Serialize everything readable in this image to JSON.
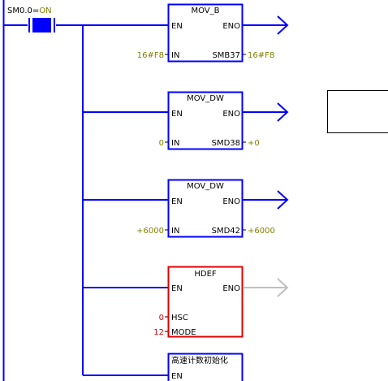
{
  "contact": {
    "label": "SM0.0",
    "eq": "=",
    "state": "ON"
  },
  "colors": {
    "wire": "#0000ff",
    "box_normal": "#0000ff",
    "box_error": "#e00000",
    "operand_ok": "#808000",
    "operand_error": "#e00000",
    "disabled": "#c0c0c0",
    "contact_state": "#808000"
  },
  "blocks": [
    {
      "title": "MOV_B",
      "en": "EN",
      "eno": "ENO",
      "in_pin": "IN",
      "in_value": "16#F8",
      "out_pin": "SMB37",
      "out_value": "16#F8"
    },
    {
      "title": "MOV_DW",
      "en": "EN",
      "eno": "ENO",
      "in_pin": "IN",
      "in_value": "0",
      "out_pin": "SMD38",
      "out_value": "+0"
    },
    {
      "title": "MOV_DW",
      "en": "EN",
      "eno": "ENO",
      "in_pin": "IN",
      "in_value": "+6000",
      "out_pin": "SMD42",
      "out_value": "+6000"
    },
    {
      "title": "HDEF",
      "en": "EN",
      "eno": "ENO",
      "hsc_pin": "HSC",
      "hsc_value": "0",
      "mode_pin": "MODE",
      "mode_value": "12"
    },
    {
      "title": "高速计数初始化",
      "en": "EN"
    }
  ]
}
